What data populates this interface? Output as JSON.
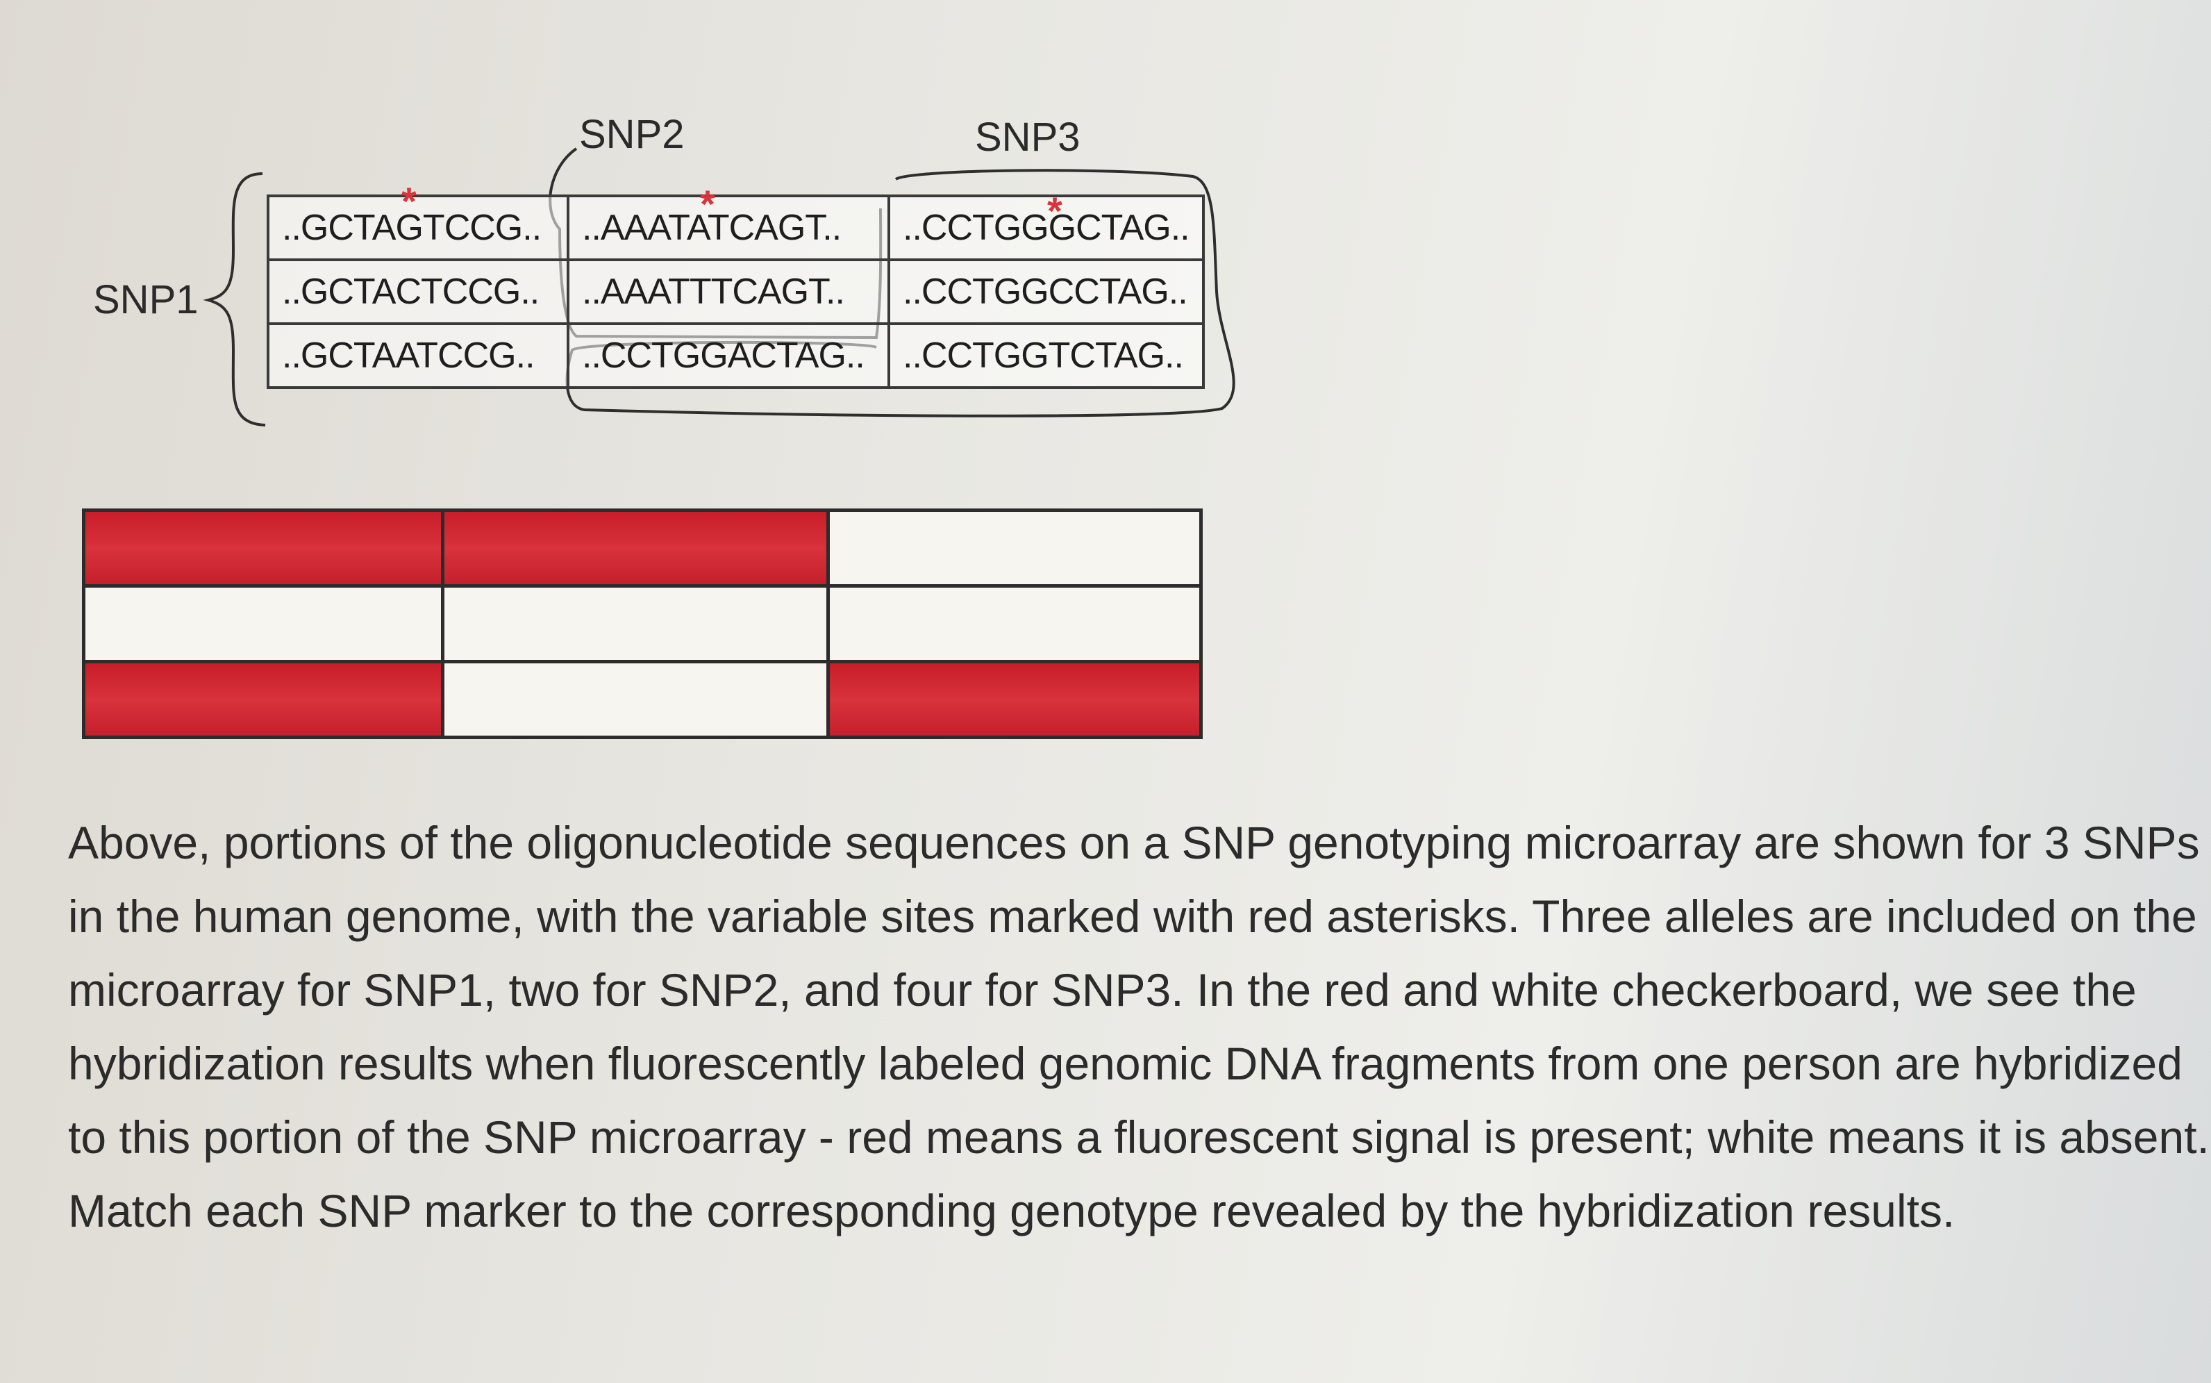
{
  "labels": {
    "snp1": "SNP1",
    "snp2": "SNP2",
    "snp3": "SNP3"
  },
  "sequences": [
    [
      "..GCTAGTCCG..",
      "..AAATATCAGT..",
      "..CCTGGGCTAG.."
    ],
    [
      "..GCTACTCCG..",
      "..AAATTTCAGT..",
      "..CCTGGCCTAG.."
    ],
    [
      "..GCTAATCCG..",
      "..CCTGGACTAG..",
      "..CCTGGTCTAG.."
    ]
  ],
  "asterisk_symbol": "*",
  "colors": {
    "signal": "#d12a35",
    "no_signal": "#f6f5f0",
    "asterisk": "#d9343a"
  },
  "hybridization_grid": [
    [
      "red",
      "red",
      "white"
    ],
    [
      "white",
      "white",
      "white"
    ],
    [
      "red",
      "white",
      "red"
    ]
  ],
  "paragraph": "Above, portions of the oligonucleotide sequences on a SNP genotyping microarray are shown for 3 SNPs in the human genome, with the variable sites marked with red asterisks. Three alleles are included on the microarray for SNP1, two for SNP2, and four for SNP3. In the red and white checkerboard, we see the hybridization results when fluorescently labeled genomic DNA fragments from one person are hybridized to this portion of the SNP microarray - red means a fluorescent signal is present; white means it is absent. Match each SNP marker to the corresponding genotype revealed by the hybridization results."
}
